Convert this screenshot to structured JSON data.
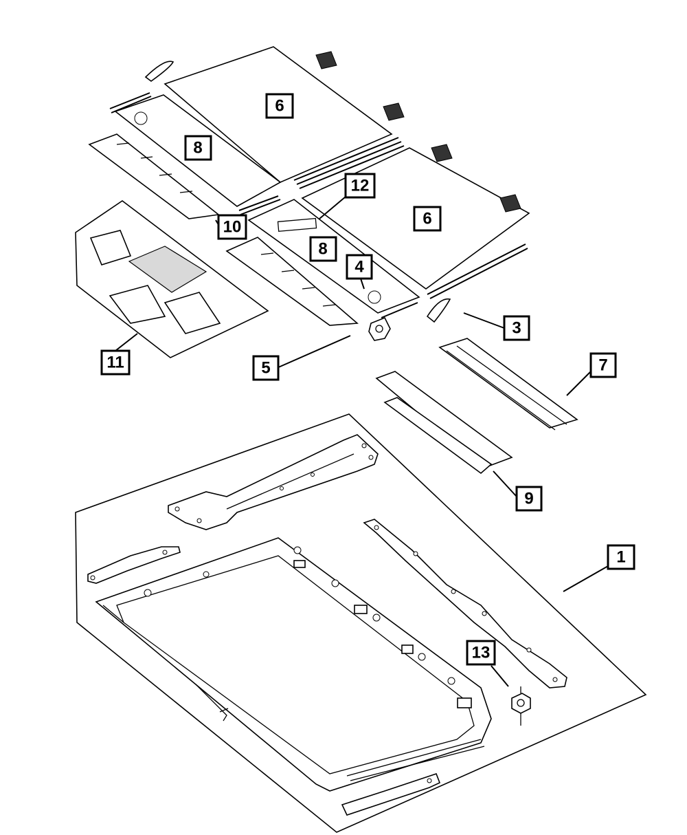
{
  "callouts": [
    {
      "id": "c1",
      "label": "1"
    },
    {
      "id": "c3",
      "label": "3"
    },
    {
      "id": "c4",
      "label": "4"
    },
    {
      "id": "c5",
      "label": "5"
    },
    {
      "id": "c6a",
      "label": "6"
    },
    {
      "id": "c6b",
      "label": "6"
    },
    {
      "id": "c7",
      "label": "7"
    },
    {
      "id": "c8a",
      "label": "8"
    },
    {
      "id": "c8b",
      "label": "8"
    },
    {
      "id": "c9",
      "label": "9"
    },
    {
      "id": "c10",
      "label": "10"
    },
    {
      "id": "c11",
      "label": "11"
    },
    {
      "id": "c12",
      "label": "12"
    },
    {
      "id": "c13",
      "label": "13"
    }
  ],
  "colors": {
    "line": "#000000",
    "background": "#ffffff",
    "shade": "#d9d9d9"
  }
}
